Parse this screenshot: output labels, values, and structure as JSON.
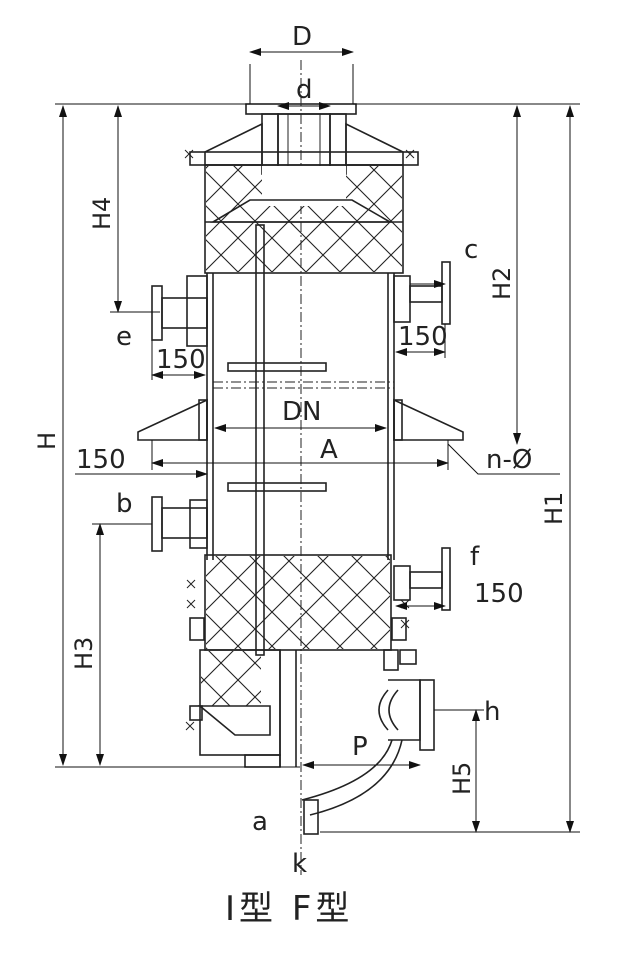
{
  "labels": {
    "D": "D",
    "d": "d",
    "H4": "H4",
    "c": "c",
    "H2": "H2",
    "e": "e",
    "dim150_left_top": "150",
    "dim150_right_top": "150",
    "DN": "DN",
    "H": "H",
    "A": "A",
    "n_phi": "n-Ø",
    "dim150_left_mid": "150",
    "b": "b",
    "H1": "H1",
    "f": "f",
    "dim150_right_low": "150",
    "H3": "H3",
    "h": "h",
    "P": "P",
    "H5": "H5",
    "a": "a",
    "k": "k",
    "caption": "I型 F型"
  }
}
